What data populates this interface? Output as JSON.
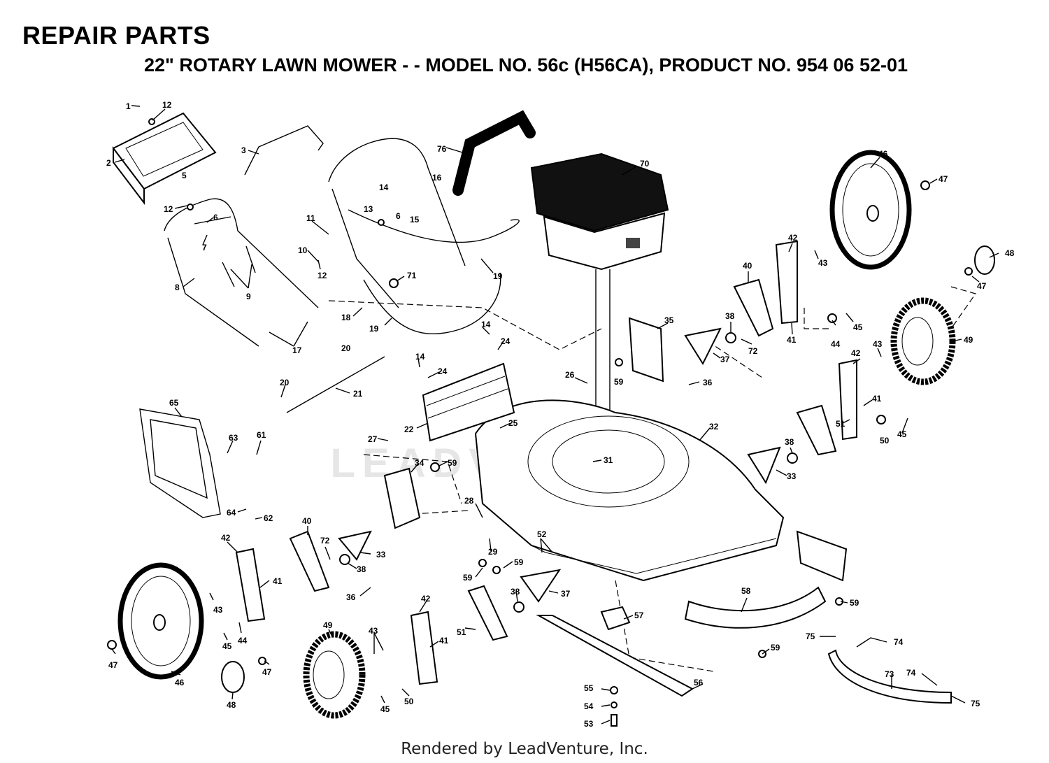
{
  "header": {
    "title": "REPAIR PARTS",
    "subtitle": "22\" ROTARY LAWN MOWER - - MODEL NO. 56c (H56CA),  PRODUCT NO. 954 06 52-01"
  },
  "footer": {
    "text": "Rendered by LeadVenture, Inc."
  },
  "watermark": {
    "text": "LEADVENTURE"
  },
  "callouts": [
    {
      "n": "1"
    },
    {
      "n": "12"
    },
    {
      "n": "2"
    },
    {
      "n": "5"
    },
    {
      "n": "12"
    },
    {
      "n": "6"
    },
    {
      "n": "7"
    },
    {
      "n": "8"
    },
    {
      "n": "9"
    },
    {
      "n": "17"
    },
    {
      "n": "3"
    },
    {
      "n": "11"
    },
    {
      "n": "10"
    },
    {
      "n": "12"
    },
    {
      "n": "13"
    },
    {
      "n": "14"
    },
    {
      "n": "6"
    },
    {
      "n": "15"
    },
    {
      "n": "16"
    },
    {
      "n": "76"
    },
    {
      "n": "19"
    },
    {
      "n": "71"
    },
    {
      "n": "18"
    },
    {
      "n": "19"
    },
    {
      "n": "20"
    },
    {
      "n": "70"
    },
    {
      "n": "46"
    },
    {
      "n": "47"
    },
    {
      "n": "42"
    },
    {
      "n": "43"
    },
    {
      "n": "40"
    },
    {
      "n": "41"
    },
    {
      "n": "38"
    },
    {
      "n": "72"
    },
    {
      "n": "44"
    },
    {
      "n": "45"
    },
    {
      "n": "48"
    },
    {
      "n": "47"
    },
    {
      "n": "49"
    },
    {
      "n": "35"
    },
    {
      "n": "37"
    },
    {
      "n": "59"
    },
    {
      "n": "36"
    },
    {
      "n": "14"
    },
    {
      "n": "24"
    },
    {
      "n": "14"
    },
    {
      "n": "24"
    },
    {
      "n": "20"
    },
    {
      "n": "21"
    },
    {
      "n": "22"
    },
    {
      "n": "26"
    },
    {
      "n": "25"
    },
    {
      "n": "32"
    },
    {
      "n": "42"
    },
    {
      "n": "43"
    },
    {
      "n": "41"
    },
    {
      "n": "51"
    },
    {
      "n": "50"
    },
    {
      "n": "45"
    },
    {
      "n": "65"
    },
    {
      "n": "63"
    },
    {
      "n": "61"
    },
    {
      "n": "27"
    },
    {
      "n": "34"
    },
    {
      "n": "59"
    },
    {
      "n": "31"
    },
    {
      "n": "38"
    },
    {
      "n": "33"
    },
    {
      "n": "64"
    },
    {
      "n": "62"
    },
    {
      "n": "40"
    },
    {
      "n": "42"
    },
    {
      "n": "72"
    },
    {
      "n": "33"
    },
    {
      "n": "38"
    },
    {
      "n": "28"
    },
    {
      "n": "52"
    },
    {
      "n": "29"
    },
    {
      "n": "59"
    },
    {
      "n": "59"
    },
    {
      "n": "41"
    },
    {
      "n": "36"
    },
    {
      "n": "38"
    },
    {
      "n": "37"
    },
    {
      "n": "42"
    },
    {
      "n": "43"
    },
    {
      "n": "44"
    },
    {
      "n": "45"
    },
    {
      "n": "47"
    },
    {
      "n": "46"
    },
    {
      "n": "49"
    },
    {
      "n": "43"
    },
    {
      "n": "41"
    },
    {
      "n": "51"
    },
    {
      "n": "47"
    },
    {
      "n": "48"
    },
    {
      "n": "45"
    },
    {
      "n": "50"
    },
    {
      "n": "57"
    },
    {
      "n": "58"
    },
    {
      "n": "59"
    },
    {
      "n": "59"
    },
    {
      "n": "55"
    },
    {
      "n": "54"
    },
    {
      "n": "53"
    },
    {
      "n": "56"
    },
    {
      "n": "75"
    },
    {
      "n": "74"
    },
    {
      "n": "73"
    },
    {
      "n": "74"
    },
    {
      "n": "75"
    }
  ],
  "colors": {
    "ink": "#000000",
    "paper": "#ffffff",
    "watermark": "#e6e6e6",
    "engine": "#111111"
  }
}
